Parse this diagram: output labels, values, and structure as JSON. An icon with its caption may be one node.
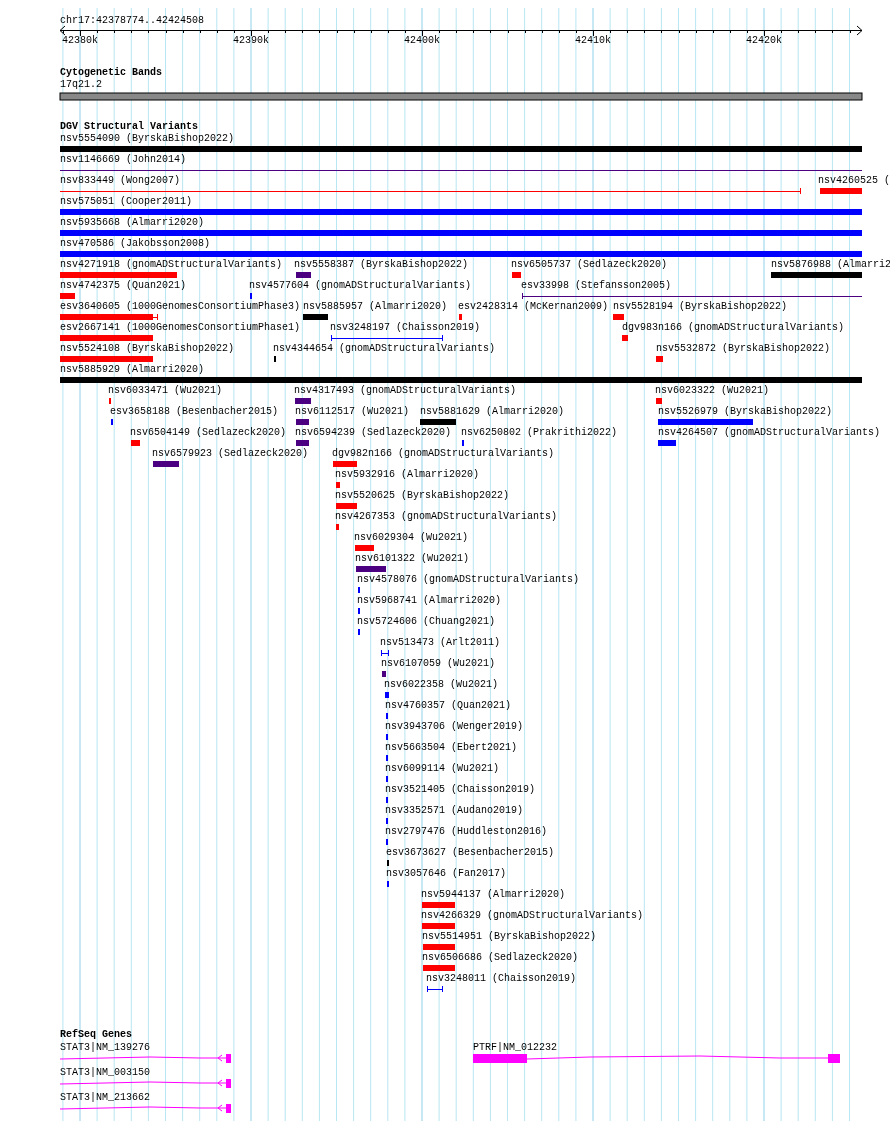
{
  "diagram": {
    "labels": [
      "chr17:42378774..42424508",
      "42380k",
      "42390k",
      "42400k",
      "42410k",
      "42420k",
      "Cytogenetic Bands",
      "17q21.2",
      "DGV Structural Variants",
      "nsv5554090 (ByrskaBishop2022)",
      "nsv1146669 (John2014)",
      "nsv833449 (Wong2007)",
      "nsv4260525 (",
      "nsv575051 (Cooper2011)",
      "nsv5935668 (Almarri2020)",
      "nsv470586 (Jakobsson2008)",
      "nsv4271918 (gnomADStructuralVariants)",
      "nsv5558387 (ByrskaBishop2022)",
      "nsv6505737 (Sedlazeck2020)",
      "nsv5876988 (Almarri2",
      "nsv4742375 (Quan2021)",
      "nsv4577604 (gnomADStructuralVariants)",
      "esv33998 (Stefansson2005)",
      "esv3640605 (1000GenomesConsortiumPhase3)",
      "nsv5885957 (Almarri2020)",
      "esv2428314 (McKernan2009)",
      "nsv5528194 (ByrskaBishop2022)",
      "esv2667141 (1000GenomesConsortiumPhase1)",
      "nsv3248197 (Chaisson2019)",
      "dgv983n166 (gnomADStructuralVariants)",
      "nsv5524108 (ByrskaBishop2022)",
      "nsv4344654 (gnomADStructuralVariants)",
      "nsv5532872 (ByrskaBishop2022)",
      "nsv5885929 (Almarri2020)",
      "nsv6033471 (Wu2021)",
      "nsv4317493 (gnomADStructuralVariants)",
      "nsv6023322 (Wu2021)",
      "esv3658188 (Besenbacher2015)",
      "nsv6112517 (Wu2021)",
      "nsv5881629 (Almarri2020)",
      "nsv5526979 (ByrskaBishop2022)",
      "nsv6504149 (Sedlazeck2020)",
      "nsv6594239 (Sedlazeck2020)",
      "nsv6250802 (Prakrithi2022)",
      "nsv4264507 (gnomADStructuralVariants)",
      "nsv6579923 (Sedlazeck2020)",
      "dgv982n166 (gnomADStructuralVariants)",
      "nsv5932916 (Almarri2020)",
      "nsv5520625 (ByrskaBishop2022)",
      "nsv4267353 (gnomADStructuralVariants)",
      "nsv6029304 (Wu2021)",
      "nsv6101322 (Wu2021)",
      "nsv4578076 (gnomADStructuralVariants)",
      "nsv5968741 (Almarri2020)",
      "nsv5724606 (Chuang2021)",
      "nsv513473 (Arlt2011)",
      "nsv6107059 (Wu2021)",
      "nsv6022358 (Wu2021)",
      "nsv4760357 (Quan2021)",
      "nsv3943706 (Wenger2019)",
      "nsv5663504 (Ebert2021)",
      "nsv6099114 (Wu2021)",
      "nsv3521405 (Chaisson2019)",
      "nsv3352571 (Audano2019)",
      "nsv2797476 (Huddleston2016)",
      "esv3673627 (Besenbacher2015)",
      "nsv3057646 (Fan2017)",
      "nsv5944137 (Almarri2020)",
      "nsv4266329 (gnomADStructuralVariants)",
      "nsv5514951 (ByrskaBishop2022)",
      "nsv6506686 (Sedlazeck2020)",
      "nsv3248011 (Chaisson2019)",
      "RefSeq Genes",
      "STAT3|NM_139276",
      "PTRF|NM_012232",
      "STAT3|NM_003150",
      "STAT3|NM_213662"
    ]
  }
}
